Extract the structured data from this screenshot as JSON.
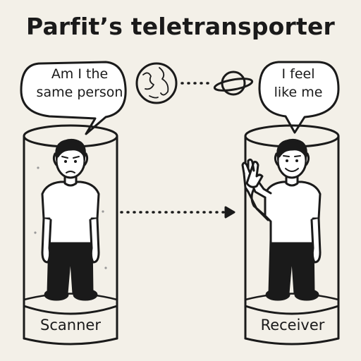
{
  "title": "Parfit’s teletransporter",
  "left_speech": {
    "line1": "Am I the",
    "line2": "same person"
  },
  "right_speech": {
    "line1": "I feel",
    "line2": "like me"
  },
  "left_label": "Scanner",
  "right_label": "Receiver",
  "icons": [
    "earth-globe-icon",
    "ringed-planet-icon",
    "dotted-arrow-icon"
  ],
  "colors": {
    "background": "#f3f0e8",
    "ink": "#1a1a1a",
    "shirt": "#ffffff",
    "pants": "#1a1a1a"
  }
}
